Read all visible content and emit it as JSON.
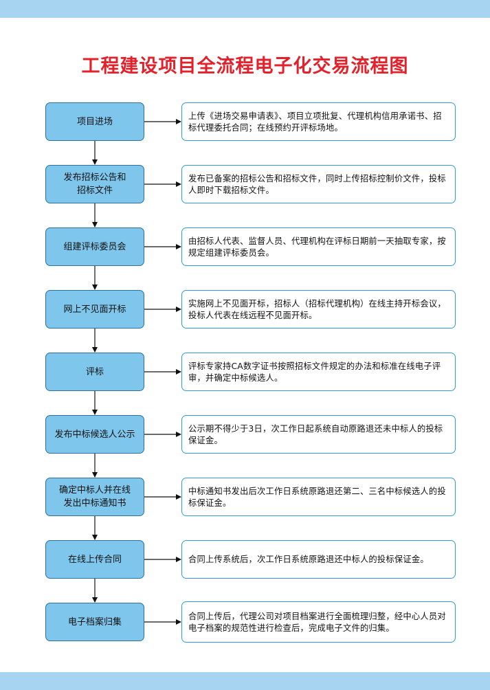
{
  "title": "工程建设项目全流程电子化交易流程图",
  "steps": [
    {
      "label": "项目进场",
      "desc": "上传《进场交易申请表》、项目立项批复、代理机构信用承诺书、招标代理委托合同；在线预约开评标场地。"
    },
    {
      "label": "发布招标公告和\n招标文件",
      "desc": "发布已备案的招标公告和招标文件，同时上传招标控制价文件，投标人即时下载招标文件。"
    },
    {
      "label": "组建评标委员会",
      "desc": "由招标人代表、监督人员、代理机构在评标日期前一天抽取专家，按规定组建评标委员会。"
    },
    {
      "label": "网上不见面开标",
      "desc": "实施网上不见面开标，招标人（招标代理机构）在线主持开标会议，投标人代表在线远程不见面开标。"
    },
    {
      "label": "评标",
      "desc": "评标专家持CA数字证书按照招标文件规定的办法和标准在线电子评审，并确定中标候选人。"
    },
    {
      "label": "发布中标候选人公示",
      "desc": "公示期不得少于3日，次工作日起系统自动原路退还未中标人的投标保证金。"
    },
    {
      "label": "确定中标人并在线\n发出中标通知书",
      "desc": "中标通知书发出后次工作日系统原路退还第二、三名中标候选人的投标保证金。"
    },
    {
      "label": "在线上传合同",
      "desc": "合同上传系统后，次工作日系统原路退还中标人的投标保证金。"
    },
    {
      "label": "电子档案归集",
      "desc": "合同上传后，代理公司对项目档案进行全面梳理归整，经中心人员对电子档案的规范性进行检查后，完成电子文件的归集。"
    }
  ],
  "colors": {
    "title": "#e4202a",
    "step_fill": "#7fc6ec",
    "desc_border": "#2e9ad6",
    "band": "#a7d4f1"
  }
}
